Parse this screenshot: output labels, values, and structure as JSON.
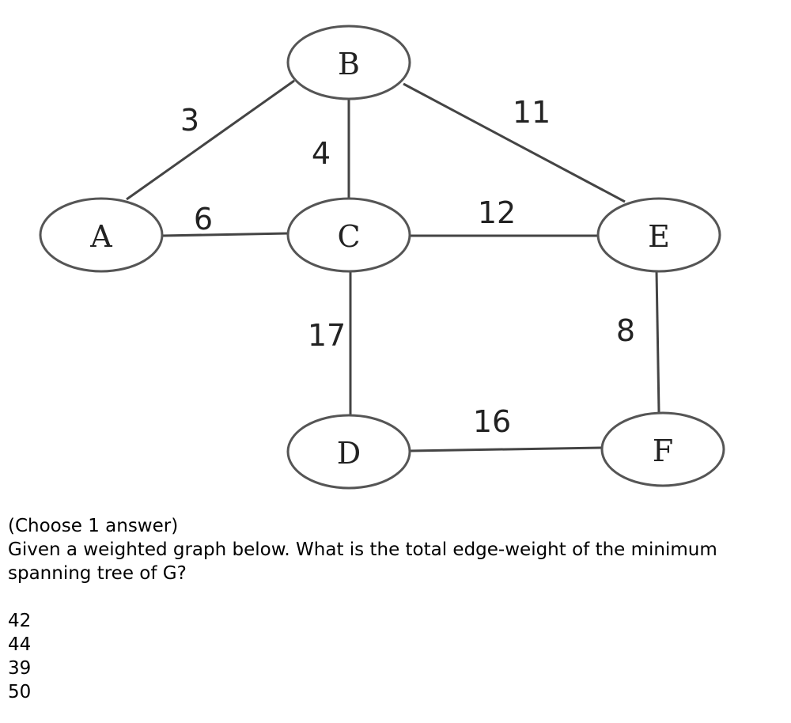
{
  "graph": {
    "nodes": [
      {
        "id": "A",
        "label": "A"
      },
      {
        "id": "B",
        "label": "B"
      },
      {
        "id": "C",
        "label": "C"
      },
      {
        "id": "D",
        "label": "D"
      },
      {
        "id": "E",
        "label": "E"
      },
      {
        "id": "F",
        "label": "F"
      }
    ],
    "edges": [
      {
        "from": "A",
        "to": "B",
        "weight": "3"
      },
      {
        "from": "A",
        "to": "C",
        "weight": "6"
      },
      {
        "from": "B",
        "to": "C",
        "weight": "4"
      },
      {
        "from": "B",
        "to": "E",
        "weight": "11"
      },
      {
        "from": "C",
        "to": "E",
        "weight": "12"
      },
      {
        "from": "C",
        "to": "D",
        "weight": "17"
      },
      {
        "from": "E",
        "to": "F",
        "weight": "8"
      },
      {
        "from": "D",
        "to": "F",
        "weight": "16"
      }
    ]
  },
  "question": {
    "instruction": "(Choose 1 answer)",
    "text": "Given a weighted graph below. What is the total edge-weight of the minimum spanning tree of G?",
    "options": [
      "42",
      "44",
      "39",
      "50"
    ]
  }
}
